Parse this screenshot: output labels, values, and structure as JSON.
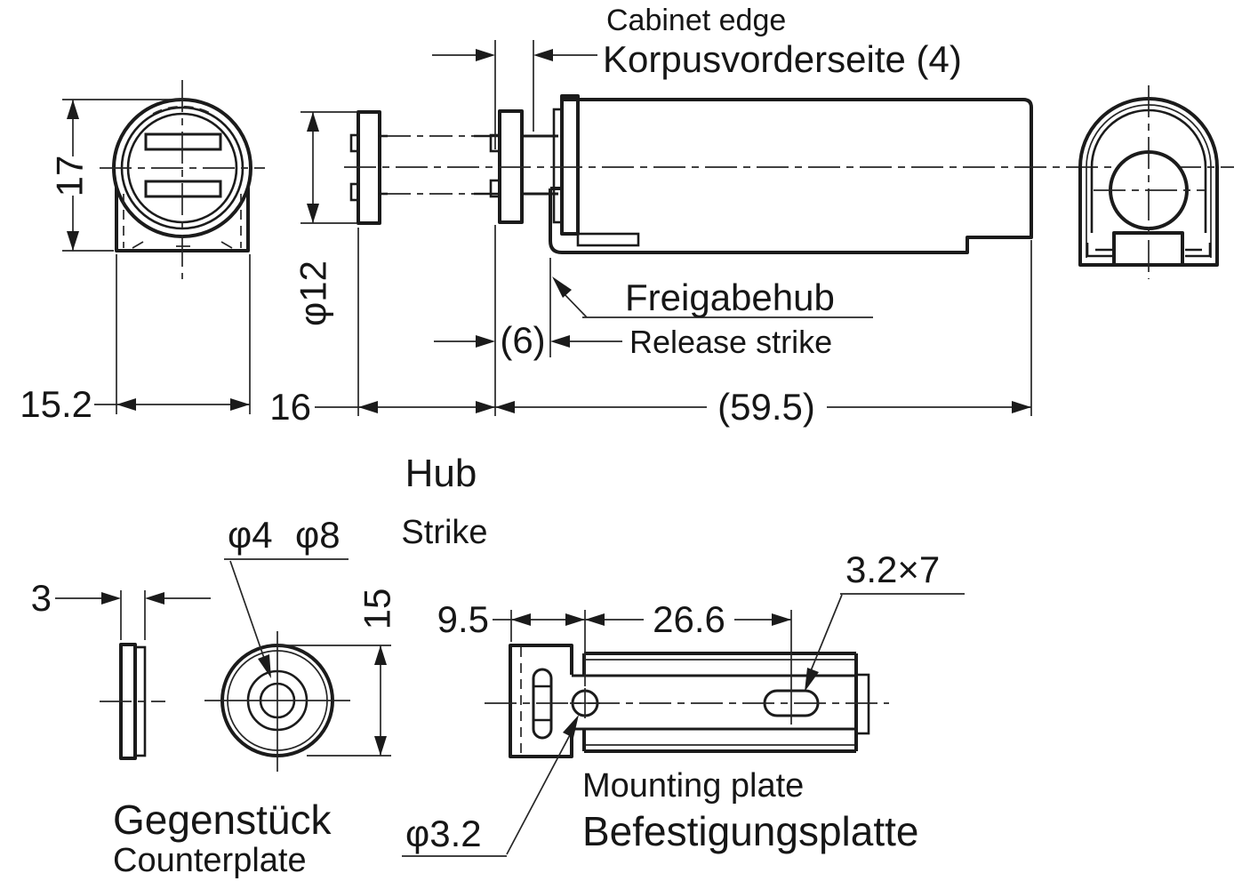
{
  "drawing": {
    "labels": {
      "cabinet_edge_en": "Cabinet edge",
      "cabinet_edge_de": "Korpusvorderseite (4)",
      "release_de": "Freigabehub",
      "release_en": "Release strike",
      "hub_de": "Hub",
      "hub_en": "Strike",
      "counterplate_de": "Gegenstück",
      "counterplate_en": "Counterplate",
      "mounting_plate_en": "Mounting plate",
      "mounting_plate_de": "Befestigungsplatte"
    },
    "dimensions": {
      "front_height": "17",
      "front_width": "15.2",
      "strike_diameter": "φ12",
      "hub_travel": "16",
      "body_length": "(59.5)",
      "release_travel": "(6)",
      "counterplate_thickness": "3",
      "counterplate_hole_inner": "φ4",
      "counterplate_hole_outer": "φ8",
      "counterplate_diameter": "15",
      "plate_offset": "9.5",
      "plate_hole_spacing": "26.6",
      "plate_slot_size": "3.2×7",
      "plate_hole_diameter": "φ3.2"
    }
  }
}
